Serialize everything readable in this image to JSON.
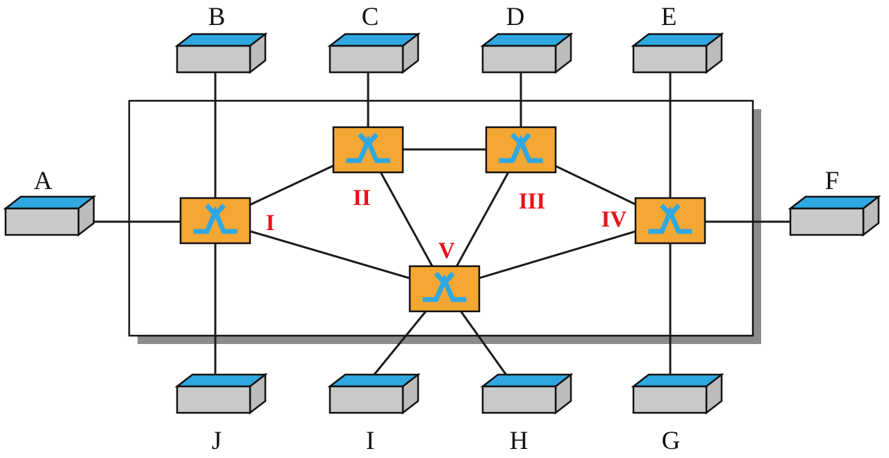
{
  "diagram": {
    "type": "network-topology",
    "hosts": [
      {
        "id": "A",
        "label": "A"
      },
      {
        "id": "B",
        "label": "B"
      },
      {
        "id": "C",
        "label": "C"
      },
      {
        "id": "D",
        "label": "D"
      },
      {
        "id": "E",
        "label": "E"
      },
      {
        "id": "F",
        "label": "F"
      },
      {
        "id": "G",
        "label": "G"
      },
      {
        "id": "H",
        "label": "H"
      },
      {
        "id": "I",
        "label": "I"
      },
      {
        "id": "J",
        "label": "J"
      }
    ],
    "routers": [
      {
        "id": "I",
        "label": "I"
      },
      {
        "id": "II",
        "label": "II"
      },
      {
        "id": "III",
        "label": "III"
      },
      {
        "id": "IV",
        "label": "IV"
      },
      {
        "id": "V",
        "label": "V"
      }
    ],
    "edges": [
      {
        "from": "host:A",
        "to": "router:I"
      },
      {
        "from": "host:B",
        "to": "router:I"
      },
      {
        "from": "host:J",
        "to": "router:I"
      },
      {
        "from": "host:C",
        "to": "router:II"
      },
      {
        "from": "host:D",
        "to": "router:III"
      },
      {
        "from": "host:E",
        "to": "router:IV"
      },
      {
        "from": "host:F",
        "to": "router:IV"
      },
      {
        "from": "host:G",
        "to": "router:IV"
      },
      {
        "from": "host:I",
        "to": "router:V"
      },
      {
        "from": "host:H",
        "to": "router:V"
      },
      {
        "from": "router:I",
        "to": "router:II"
      },
      {
        "from": "router:II",
        "to": "router:III"
      },
      {
        "from": "router:III",
        "to": "router:IV"
      },
      {
        "from": "router:I",
        "to": "router:V"
      },
      {
        "from": "router:II",
        "to": "router:V"
      },
      {
        "from": "router:III",
        "to": "router:V"
      },
      {
        "from": "router:IV",
        "to": "router:V"
      }
    ],
    "colors": {
      "host_top": "#2fa8e1",
      "host_front": "#c9c9c9",
      "host_side": "#bcbcbc",
      "router_fill": "#f5a733",
      "icon_blue": "#2fa8e1",
      "numeral_red": "#e8131b",
      "line": "#1a1a1a",
      "boundary_fill": "#ffffff",
      "shadow": "#8c8c8c"
    }
  }
}
